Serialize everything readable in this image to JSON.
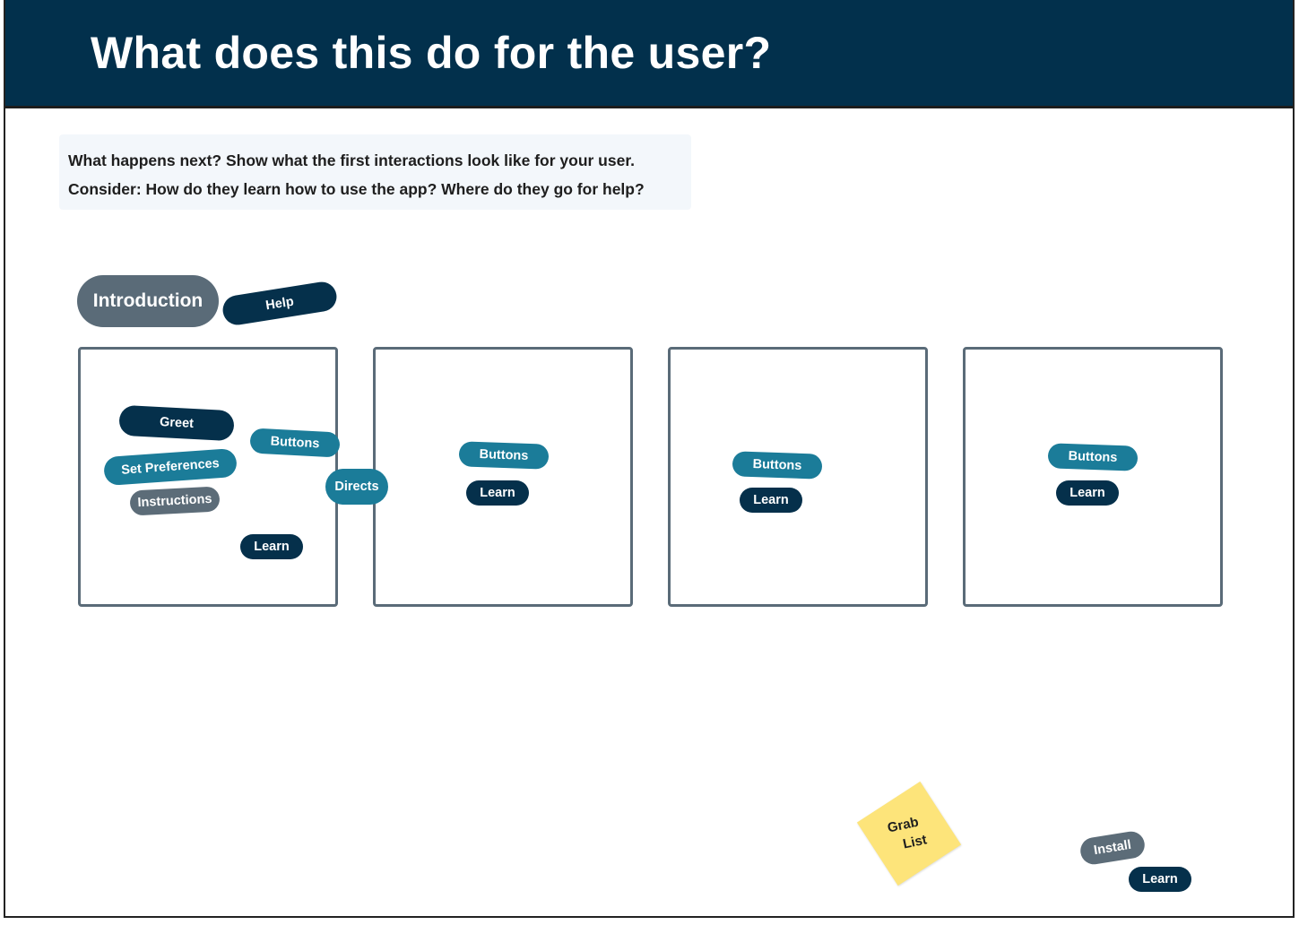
{
  "header": {
    "title": "What does this do for the user?"
  },
  "prompt": {
    "line1": "What happens next? Show what the first interactions look like for your user.",
    "line2": "Consider: How do they learn how to use the app? Where do they go for help?"
  },
  "section": {
    "label": "Introduction"
  },
  "chips": {
    "help": "Help",
    "greet": "Greet",
    "buttons": "Buttons",
    "set_preferences": "Set Preferences",
    "instructions": "Instructions",
    "learn": "Learn",
    "directs": "Directs",
    "install": "Install"
  },
  "sticky": {
    "line1": "Grab",
    "line2": "List"
  },
  "colors": {
    "header": "#02304c",
    "dark_chip": "#05304b",
    "teal_chip": "#1b7c99",
    "gray_chip": "#5c6c78",
    "sticky": "#fde47a"
  }
}
